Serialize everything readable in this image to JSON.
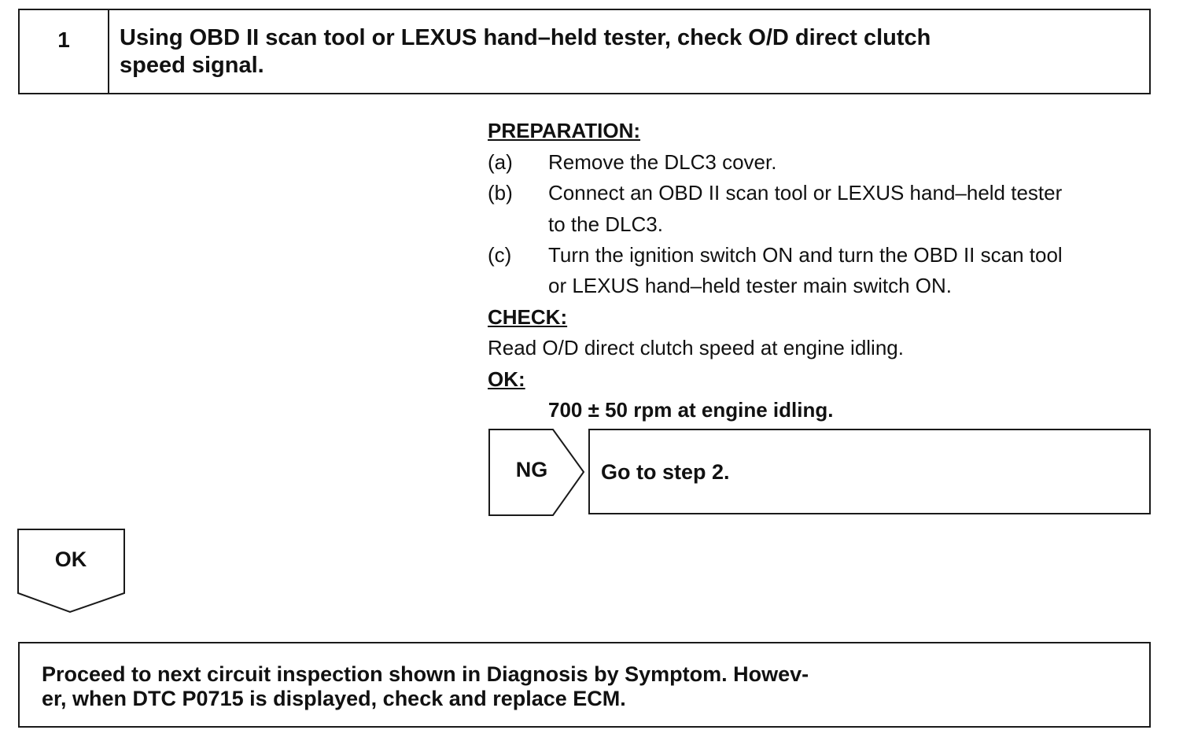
{
  "step": {
    "number": "1",
    "title_line1": "Using OBD II scan tool or LEXUS hand–held tester, check O/D direct clutch",
    "title_line2": "speed signal."
  },
  "preparation": {
    "heading": "PREPARATION:",
    "items": [
      {
        "marker": "(a)",
        "lines": [
          "Remove the DLC3 cover."
        ]
      },
      {
        "marker": "(b)",
        "lines": [
          "Connect an OBD II scan tool or LEXUS hand–held tester",
          "to the DLC3."
        ]
      },
      {
        "marker": "(c)",
        "lines": [
          "Turn the ignition switch ON and turn the OBD II scan tool",
          "or LEXUS hand–held tester main switch ON."
        ]
      }
    ]
  },
  "check": {
    "heading": "CHECK:",
    "text": "Read O/D direct clutch speed at engine idling."
  },
  "ok_spec": {
    "heading": "OK:",
    "text": "700 ± 50 rpm at engine idling."
  },
  "ng_branch": {
    "label": "NG",
    "result": "Go to step 2."
  },
  "ok_branch": {
    "label": "OK"
  },
  "final": {
    "line1": "Proceed to next circuit inspection shown in Diagnosis by Symptom. Howev-",
    "line2": "er, when DTC P0715 is displayed, check and replace ECM."
  }
}
